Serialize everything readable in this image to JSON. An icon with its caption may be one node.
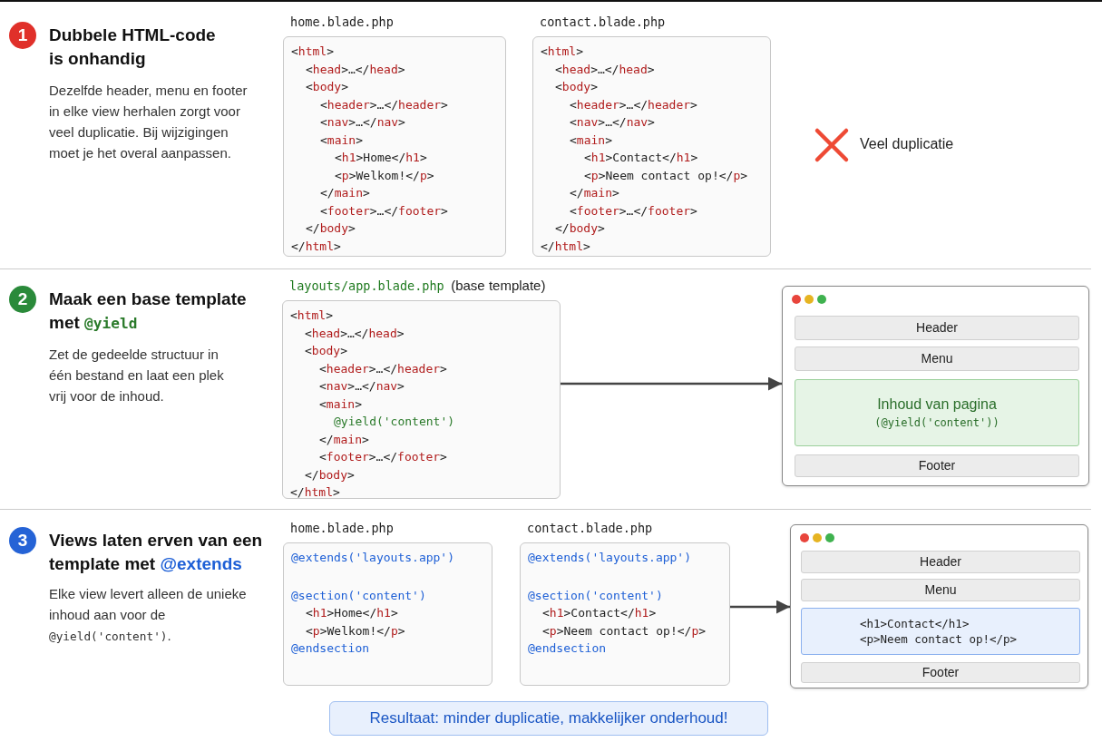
{
  "diagram": {
    "nodes": [
      {
        "text": [
          "1"
        ],
        "beside": [
          "Dubbele HTML-code is onhandig",
          "Dezelfde header, menu en footer in elke view herhalen zorgt voor veel duplicatie. Bij wijzigingen moet je het overal aanpassen."
        ]
      },
      {
        "text": [
          "home.blade.php",
          "<html>",
          "<head>…</head>",
          "<body>",
          "<header>…</header>",
          "<nav>…</nav>",
          "<main>",
          "<h1>Home</h1>",
          "<p>Welkom!</p>",
          "</main>",
          "<footer>…</footer>",
          "</body>",
          "</html>"
        ]
      },
      {
        "text": [
          "contact.blade.php",
          "<html>",
          "<head>…</head>",
          "<body>",
          "<header>…</header>",
          "<nav>…</nav>",
          "<main>",
          "<h1>Contact</h1>",
          "<p>Neem contact op!</p>",
          "</main>",
          "<footer>…</footer>",
          "</body>",
          "</html>"
        ]
      },
      {
        "text": [
          "2"
        ],
        "beside": [
          "Maak een base template met @yield",
          "Zet de gedeelde structuur in één bestand en laat een plek vrij voor de inhoud."
        ]
      },
      {
        "text": [
          "layouts/app.blade.php",
          "<html>",
          "<head>…</head>",
          "<body>",
          "<header>…</header>",
          "<nav>…</nav>",
          "<main>",
          "@yield('content')",
          "</main>",
          "<footer>…</footer>",
          "</body>",
          "</html>"
        ],
        "beside": [
          "(base template)"
        ]
      },
      {
        "text": [],
        "shape": "box"
      },
      {
        "text": [
          "Header"
        ],
        "in": 5
      },
      {
        "text": [
          "Menu"
        ],
        "in": 5
      },
      {
        "text": [
          "Inhoud van pagina",
          "(@yield('content'))"
        ],
        "in": 5
      },
      {
        "text": [
          "Footer"
        ],
        "in": 5
      },
      {
        "text": [
          "3"
        ],
        "beside": [
          "Views laten erven van een template met @extends",
          "Elke view levert alleen de unieke inhoud aan voor de @yield('content')."
        ]
      },
      {
        "text": [
          "home.blade.php",
          "@extends('layouts.app')",
          "@section('content')",
          "<h1>Home</h1>",
          "<p>Welkom!</p>",
          "@endsection"
        ]
      },
      {
        "text": [
          "contact.blade.php",
          "@extends('layouts.app')",
          "@section('content')",
          "<h1>Contact</h1>",
          "<p>Neem contact op!</p>",
          "@endsection"
        ]
      },
      {
        "text": [],
        "shape": "box"
      },
      {
        "text": [
          "Header"
        ],
        "in": 13
      },
      {
        "text": [
          "Menu"
        ],
        "in": 13
      },
      {
        "text": [
          "<h1>Contact</h1>",
          "<p>Neem contact op!</p>"
        ],
        "in": 13
      },
      {
        "text": [
          "Footer"
        ],
        "in": 13
      },
      {
        "text": [
          "Resultaat: minder duplicatie, makkelijker onderhoud!"
        ]
      }
    ],
    "edges": [
      {
        "from": 4,
        "to": 5,
        "arrow": "to"
      },
      {
        "from": 12,
        "to": 13,
        "arrow": "to"
      }
    ],
    "labels": [
      "Veel duplicatie"
    ]
  }
}
